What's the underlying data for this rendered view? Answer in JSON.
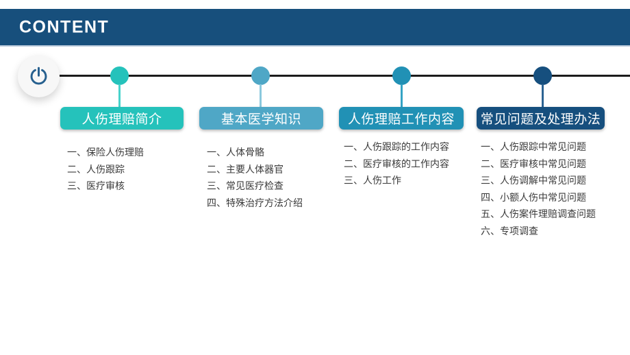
{
  "slide": {
    "title": "CONTENT",
    "colors": {
      "header_bar": "#174f7c",
      "header_underline": "#b9c9da",
      "timeline_line": "#1c1c1c",
      "circle_bg": "#f7f7f7",
      "power_icon": "#27608f",
      "list_text": "#3a3a3a"
    }
  },
  "sections": [
    {
      "title": "人伤理赔简介",
      "color": "#25c2bb",
      "connector_color": "#48d2cb",
      "items": [
        "一、保险人伤理赔",
        "二、人伤跟踪",
        "三、医疗审核"
      ]
    },
    {
      "title": "基本医学知识",
      "color": "#4fa7c6",
      "connector_color": "#8ac8dd",
      "items": [
        "一、人体骨骼",
        "二、主要人体器官",
        "三、常见医疗检查",
        "四、特殊治疗方法介绍"
      ]
    },
    {
      "title": "人伤理赔工作内容",
      "color": "#2191b5",
      "connector_color": "#35a3c4",
      "items": [
        "一、人伤跟踪的工作内容",
        "二、医疗审核的工作内容",
        "三、人伤工作"
      ]
    },
    {
      "title": "常见问题及处理办法",
      "color": "#164f7e",
      "connector_color": "#2d6493",
      "items": [
        "一、人伤跟踪中常见问题",
        "二、医疗审核中常见问题",
        "三、人伤调解中常见问题",
        "四、小额人伤中常见问题",
        "五、人伤案件理赔调查问题",
        "六、专项调查"
      ]
    }
  ]
}
